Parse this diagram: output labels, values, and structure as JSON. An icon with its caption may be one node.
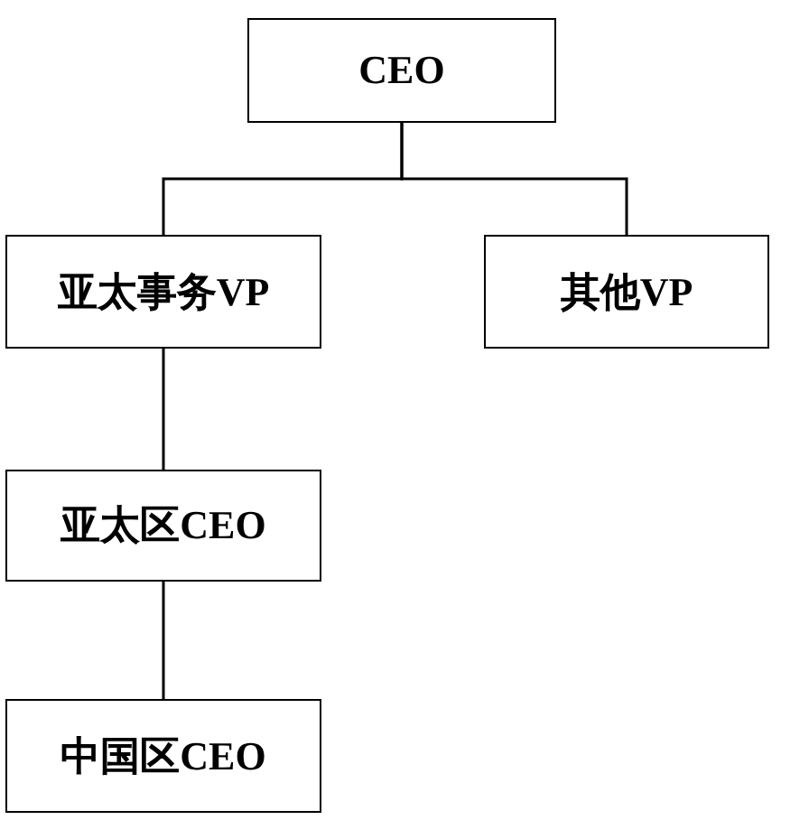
{
  "diagram": {
    "nodes": [
      {
        "text": [
          "CEO"
        ]
      },
      {
        "text": [
          "亚太事务VP"
        ]
      },
      {
        "text": [
          "其他VP"
        ]
      },
      {
        "text": [
          "亚太区CEO"
        ]
      },
      {
        "text": [
          "中国区CEO"
        ]
      }
    ],
    "edges": [
      {
        "from": 0,
        "to": 1,
        "arrow": "none"
      },
      {
        "from": 0,
        "to": 2,
        "arrow": "none"
      },
      {
        "from": 1,
        "to": 3,
        "arrow": "none"
      },
      {
        "from": 3,
        "to": 4,
        "arrow": "none"
      }
    ]
  }
}
